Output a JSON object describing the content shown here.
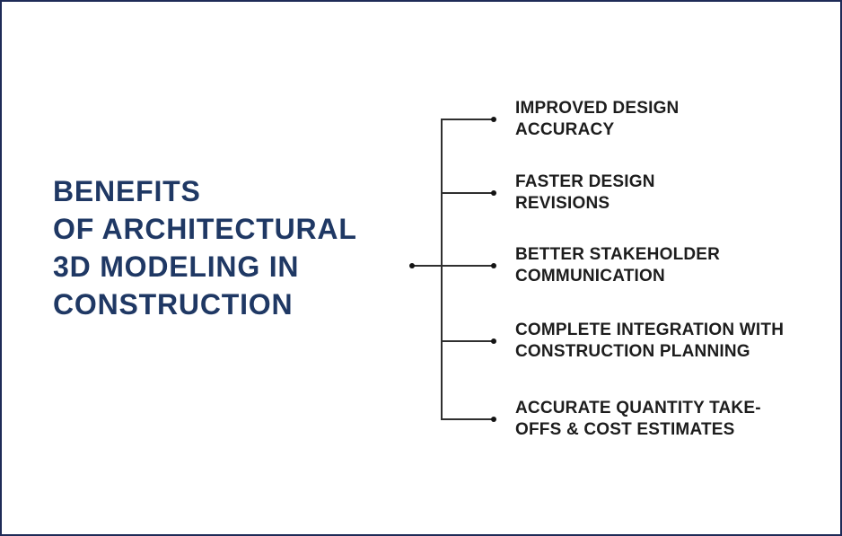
{
  "diagram": {
    "title": {
      "full": "BENEFITS OF ARCHITECTURAL 3D MODELING IN CONSTRUCTION",
      "lines": [
        "BENEFITS",
        "OF ARCHITECTURAL",
        "3D MODELING IN",
        "CONSTRUCTION"
      ]
    },
    "items": [
      {
        "full": "IMPROVED DESIGN ACCURACY",
        "line1": "IMPROVED DESIGN",
        "line2": "ACCURACY"
      },
      {
        "full": "FASTER DESIGN REVISIONS",
        "line1": "FASTER DESIGN",
        "line2": "REVISIONS"
      },
      {
        "full": "BETTER STAKEHOLDER COMMUNICATION",
        "line1": "BETTER STAKEHOLDER",
        "line2": "COMMUNICATION"
      },
      {
        "full": "COMPLETE INTEGRATION WITH CONSTRUCTION PLANNING",
        "line1": "COMPLETE INTEGRATION WITH",
        "line2": "CONSTRUCTION PLANNING"
      },
      {
        "full": "ACCURATE QUANTITY TAKE-OFFS & COST ESTIMATES",
        "line1": "ACCURATE QUANTITY TAKE-",
        "line2": "OFFS & COST ESTIMATES"
      }
    ],
    "colors": {
      "title_text": "#1f3864",
      "item_text": "#1d1d1d",
      "connector_line": "#2f2f2f",
      "bullet_dot": "#141414",
      "border": "#1e2b57",
      "background": "#ffffff"
    }
  }
}
